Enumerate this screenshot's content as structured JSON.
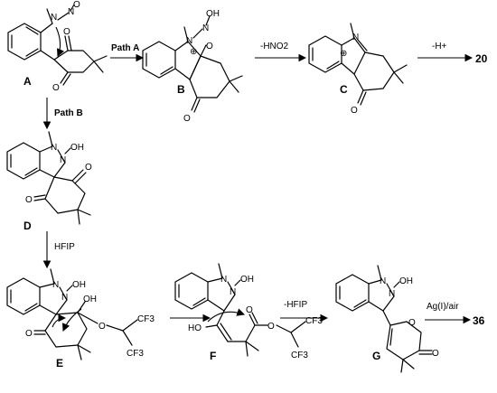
{
  "labels": {
    "A": "A",
    "B": "B",
    "C": "C",
    "D": "D",
    "E": "E",
    "F": "F",
    "G": "G",
    "p20": "20",
    "p36": "36"
  },
  "conditions": {
    "pathA": "Path A",
    "pathB": "Path B",
    "minusHNO2": "-HNO2",
    "minusH": "-H+",
    "hfip": "HFIP",
    "minusHFIP": "-HFIP",
    "agair": "Ag(I)/air"
  },
  "atoms": {
    "N": "N",
    "O": "O",
    "OH": "OH",
    "HO": "HO",
    "CF3": "CF3",
    "plus": "⊕"
  }
}
